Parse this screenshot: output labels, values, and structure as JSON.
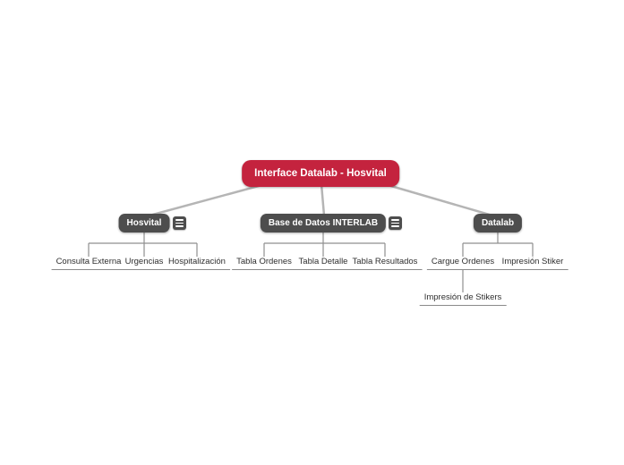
{
  "canvas": {
    "background": "#ffffff"
  },
  "colors": {
    "root_node_bg": "#c4233e",
    "branch_node_bg": "#4d4d4d",
    "node_text": "#ffffff",
    "root_connector_line": "#b5b5b5",
    "tree_connector_line": "#8f8f8f",
    "leaf_text": "#2e2e2e",
    "leaf_underline": "#8a8a8a"
  },
  "icons": {
    "branch_menu": "hamburger-menu-icon"
  },
  "root": {
    "label": "Interface Datalab - Hosvital"
  },
  "branches": [
    {
      "label": "Hosvital",
      "has_menu": true,
      "children": [
        {
          "label": "Consulta Externa"
        },
        {
          "label": "Urgencias"
        },
        {
          "label": "Hospitalización"
        }
      ]
    },
    {
      "label": "Base de Datos INTERLAB",
      "has_menu": true,
      "children": [
        {
          "label": "Tabla Ordenes"
        },
        {
          "label": "Tabla Detalle"
        },
        {
          "label": "Tabla Resultados"
        }
      ]
    },
    {
      "label": "Datalab",
      "has_menu": false,
      "children": [
        {
          "label": "Cargue Ordenes",
          "children": [
            {
              "label": "Impresión de Stikers"
            }
          ]
        },
        {
          "label": "Impresión Stiker"
        }
      ]
    }
  ]
}
